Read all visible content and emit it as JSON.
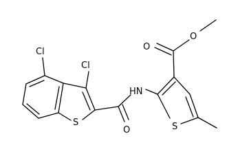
{
  "molecule": {
    "atoms": {
      "cl1": "Cl",
      "cl2": "Cl",
      "s_benzo": "S",
      "o_amide": "O",
      "nh": "HN",
      "o_ester_carbonyl": "O",
      "o_ester_ether": "O",
      "s_thio": "S"
    }
  }
}
